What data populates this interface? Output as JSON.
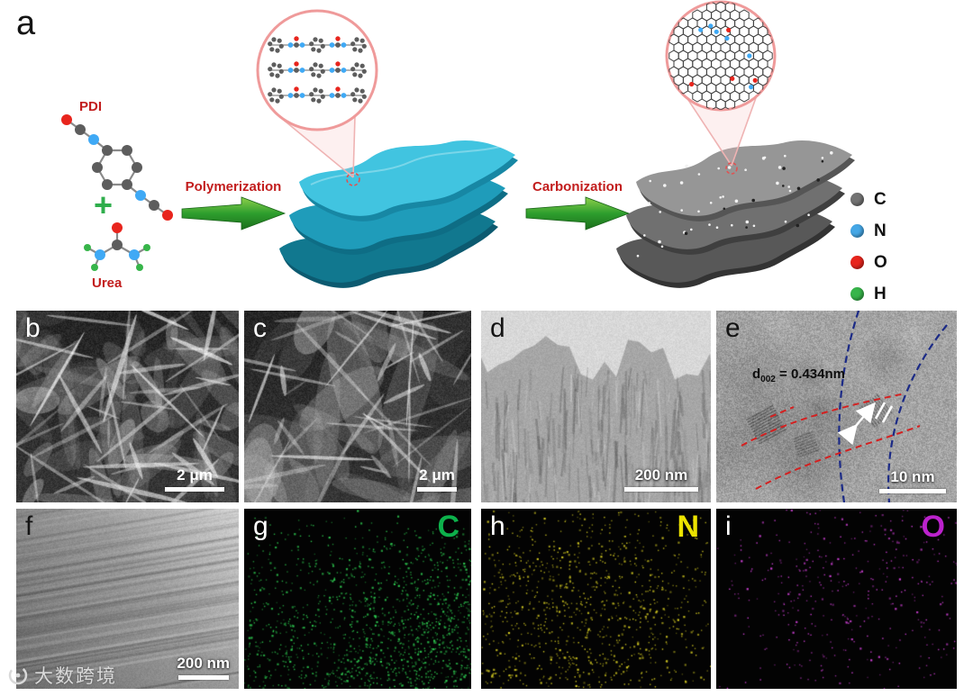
{
  "figure": {
    "panel_a": {
      "label": "a",
      "reactant_top": "PDI",
      "plus": "+",
      "reactant_bottom": "Urea",
      "arrow1_label": "Polymerization",
      "arrow2_label": "Carbonization",
      "legend": [
        {
          "symbol": "C",
          "color": "#737373"
        },
        {
          "symbol": "N",
          "color": "#45a7e6"
        },
        {
          "symbol": "O",
          "color": "#e8251d"
        },
        {
          "symbol": "H",
          "color": "#37b54a"
        }
      ]
    },
    "panel_b": {
      "label": "b",
      "scale_bar": "2 μm"
    },
    "panel_c": {
      "label": "c",
      "scale_bar": "2 μm"
    },
    "panel_d": {
      "label": "d",
      "scale_bar": "200 nm"
    },
    "panel_e": {
      "label": "e",
      "scale_bar": "10 nm",
      "d_spacing": {
        "prefix": "d",
        "sub": "002",
        "value": " = 0.434nm"
      }
    },
    "panel_f": {
      "label": "f",
      "scale_bar": "200 nm"
    },
    "panel_g": {
      "label": "g",
      "element": "C",
      "element_color": "#0db14b"
    },
    "panel_h": {
      "label": "h",
      "element": "N",
      "element_color": "#ece300"
    },
    "panel_i": {
      "label": "i",
      "element": "O",
      "element_color": "#bb22cc"
    }
  },
  "watermark": {
    "text": "大数跨境"
  }
}
